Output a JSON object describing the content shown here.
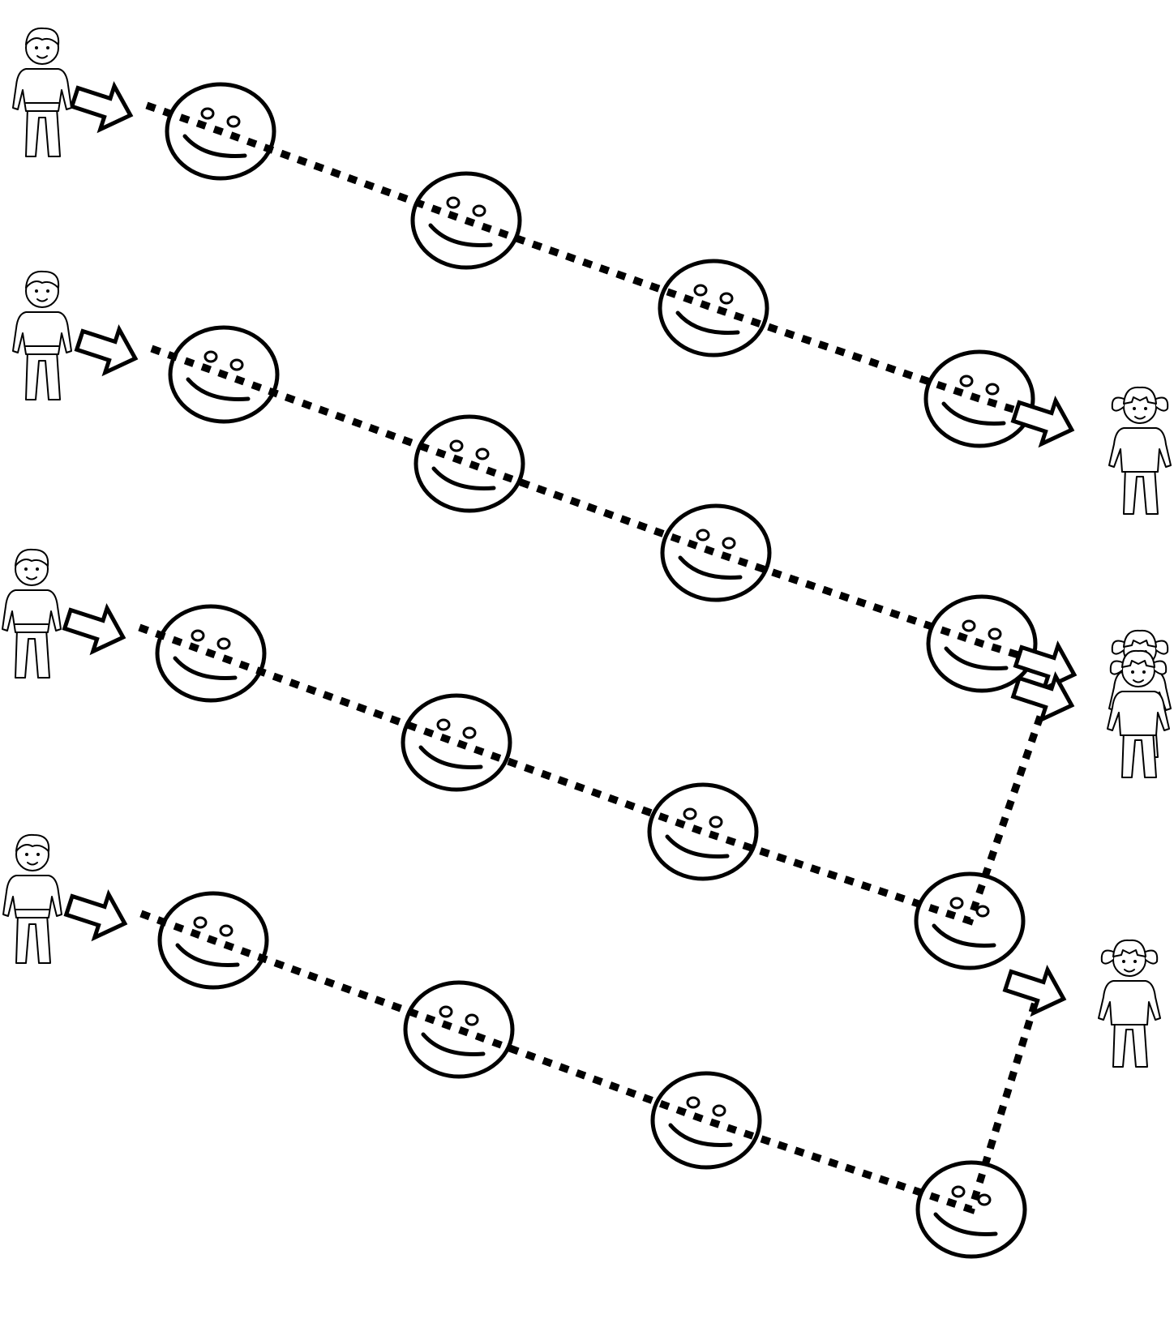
{
  "worksheet": {
    "rows": [
      {
        "start": "boy",
        "end": "girl",
        "faces": 4
      },
      {
        "start": "boy",
        "end": "girl",
        "faces": 4
      },
      {
        "start": "boy",
        "end": "girl",
        "faces": 4
      },
      {
        "start": "boy",
        "end": "girl",
        "faces": 4
      }
    ],
    "icons": {
      "start": "boy-figure-icon",
      "end": "girl-figure-icon",
      "stepping_stone": "smiley-face-icon",
      "direction": "outline-arrow-icon"
    },
    "colors": {
      "ink": "#000000",
      "paper": "#ffffff"
    }
  }
}
